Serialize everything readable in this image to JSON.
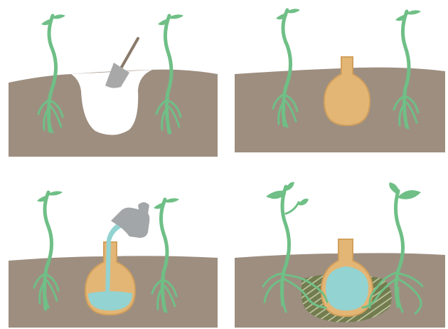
{
  "panels": [
    {
      "step": 1,
      "scene": "dig-hole",
      "tool": "shovel-icon"
    },
    {
      "step": 2,
      "scene": "place-pot",
      "object": "clay-pot"
    },
    {
      "step": 3,
      "scene": "fill-pot-with-water",
      "tool": "watering-can-icon"
    },
    {
      "step": 4,
      "scene": "roots-draw-water",
      "object": "water-filled-pot"
    }
  ],
  "colors": {
    "soil": "#9d8e80",
    "hole": "#ffffff",
    "stem": "#6fbf86",
    "stem_dark": "#4fa36c",
    "pot": "#e3b676",
    "pot_outline": "#d2a05c",
    "water": "#93d3d2",
    "shovel": "#a8a8a8",
    "shovel_handle": "#8a7a6a",
    "can": "#a3a6a8",
    "moist_soil": "#6e7a4a"
  }
}
